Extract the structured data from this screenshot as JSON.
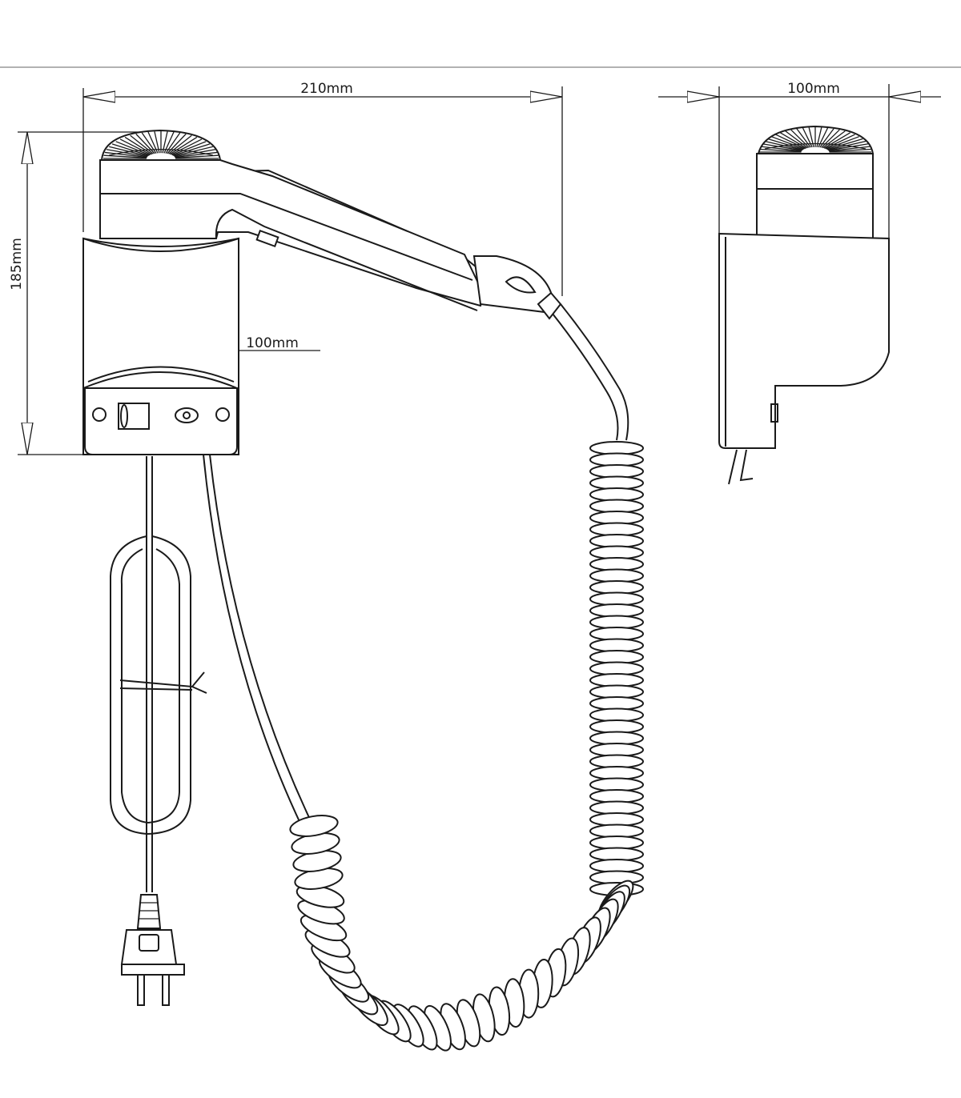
{
  "dimensions": {
    "width_front": "210mm",
    "height_front": "185mm",
    "holder_width": "100mm",
    "side_width": "100mm"
  },
  "colors": {
    "line": "#1a1a1a",
    "background": "#ffffff",
    "rule": "#999999"
  }
}
